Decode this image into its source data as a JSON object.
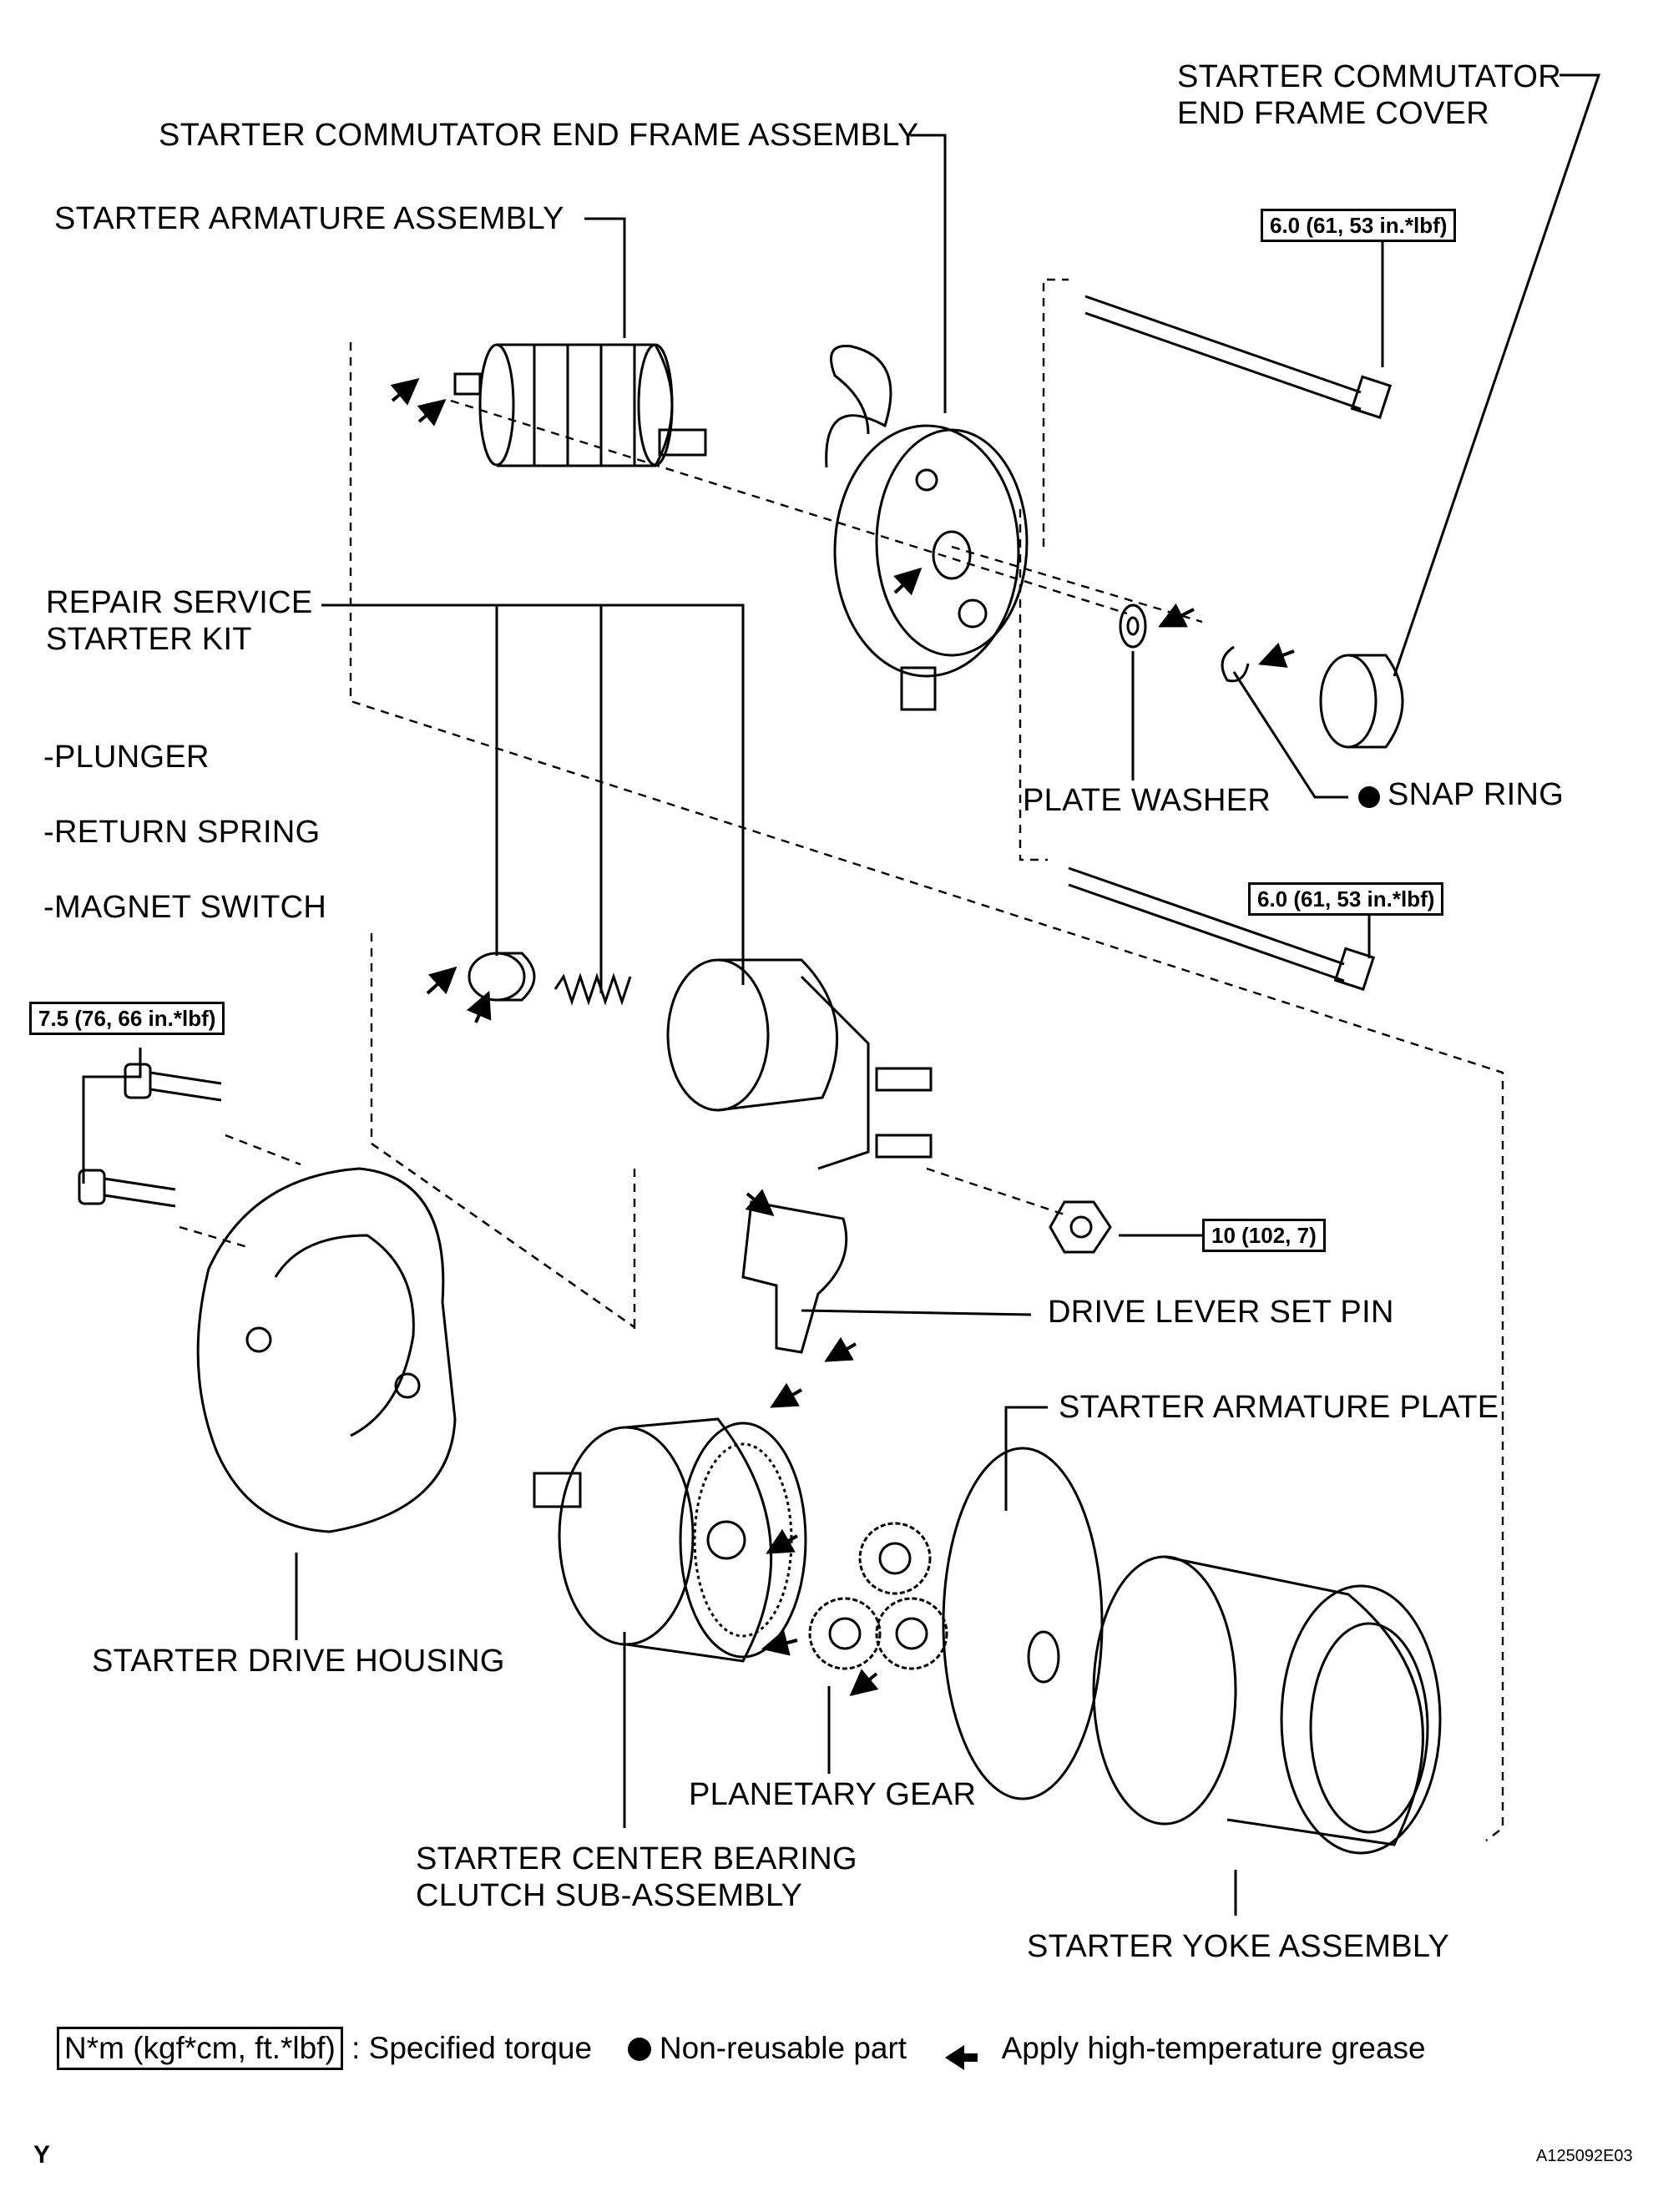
{
  "labels": {
    "commutator_cover": [
      "STARTER COMMUTATOR",
      "END FRAME COVER"
    ],
    "commutator_frame": "STARTER COMMUTATOR END FRAME ASSEMBLY",
    "armature": "STARTER ARMATURE ASSEMBLY",
    "repair_kit": [
      "REPAIR SERVICE",
      "STARTER KIT"
    ],
    "kit_items": [
      "-PLUNGER",
      "-RETURN SPRING",
      "-MAGNET SWITCH"
    ],
    "plate_washer": "PLATE WASHER",
    "snap_ring": "SNAP RING",
    "drive_lever_pin": "DRIVE LEVER SET PIN",
    "armature_plate": "STARTER ARMATURE PLATE",
    "drive_housing": "STARTER DRIVE HOUSING",
    "planetary_gear": "PLANETARY GEAR",
    "center_bearing": [
      "STARTER CENTER BEARING",
      "CLUTCH SUB-ASSEMBLY"
    ],
    "yoke": "STARTER YOKE ASSEMBLY"
  },
  "torques": {
    "through_bolt_top": "6.0 (61, 53 in.*lbf)",
    "through_bolt_bottom": "6.0 (61, 53 in.*lbf)",
    "housing_bolts": "7.5 (76, 66 in.*lbf)",
    "terminal_nut": "10 (102, 7)"
  },
  "legend": {
    "torque_unit": "N*m (kgf*cm, ft.*lbf)",
    "torque_text": ": Specified torque",
    "nonreusable_text": "Non-reusable part",
    "grease_text": "Apply high-temperature grease"
  },
  "corner_letter": "Y",
  "figure_code": "A125092E03"
}
